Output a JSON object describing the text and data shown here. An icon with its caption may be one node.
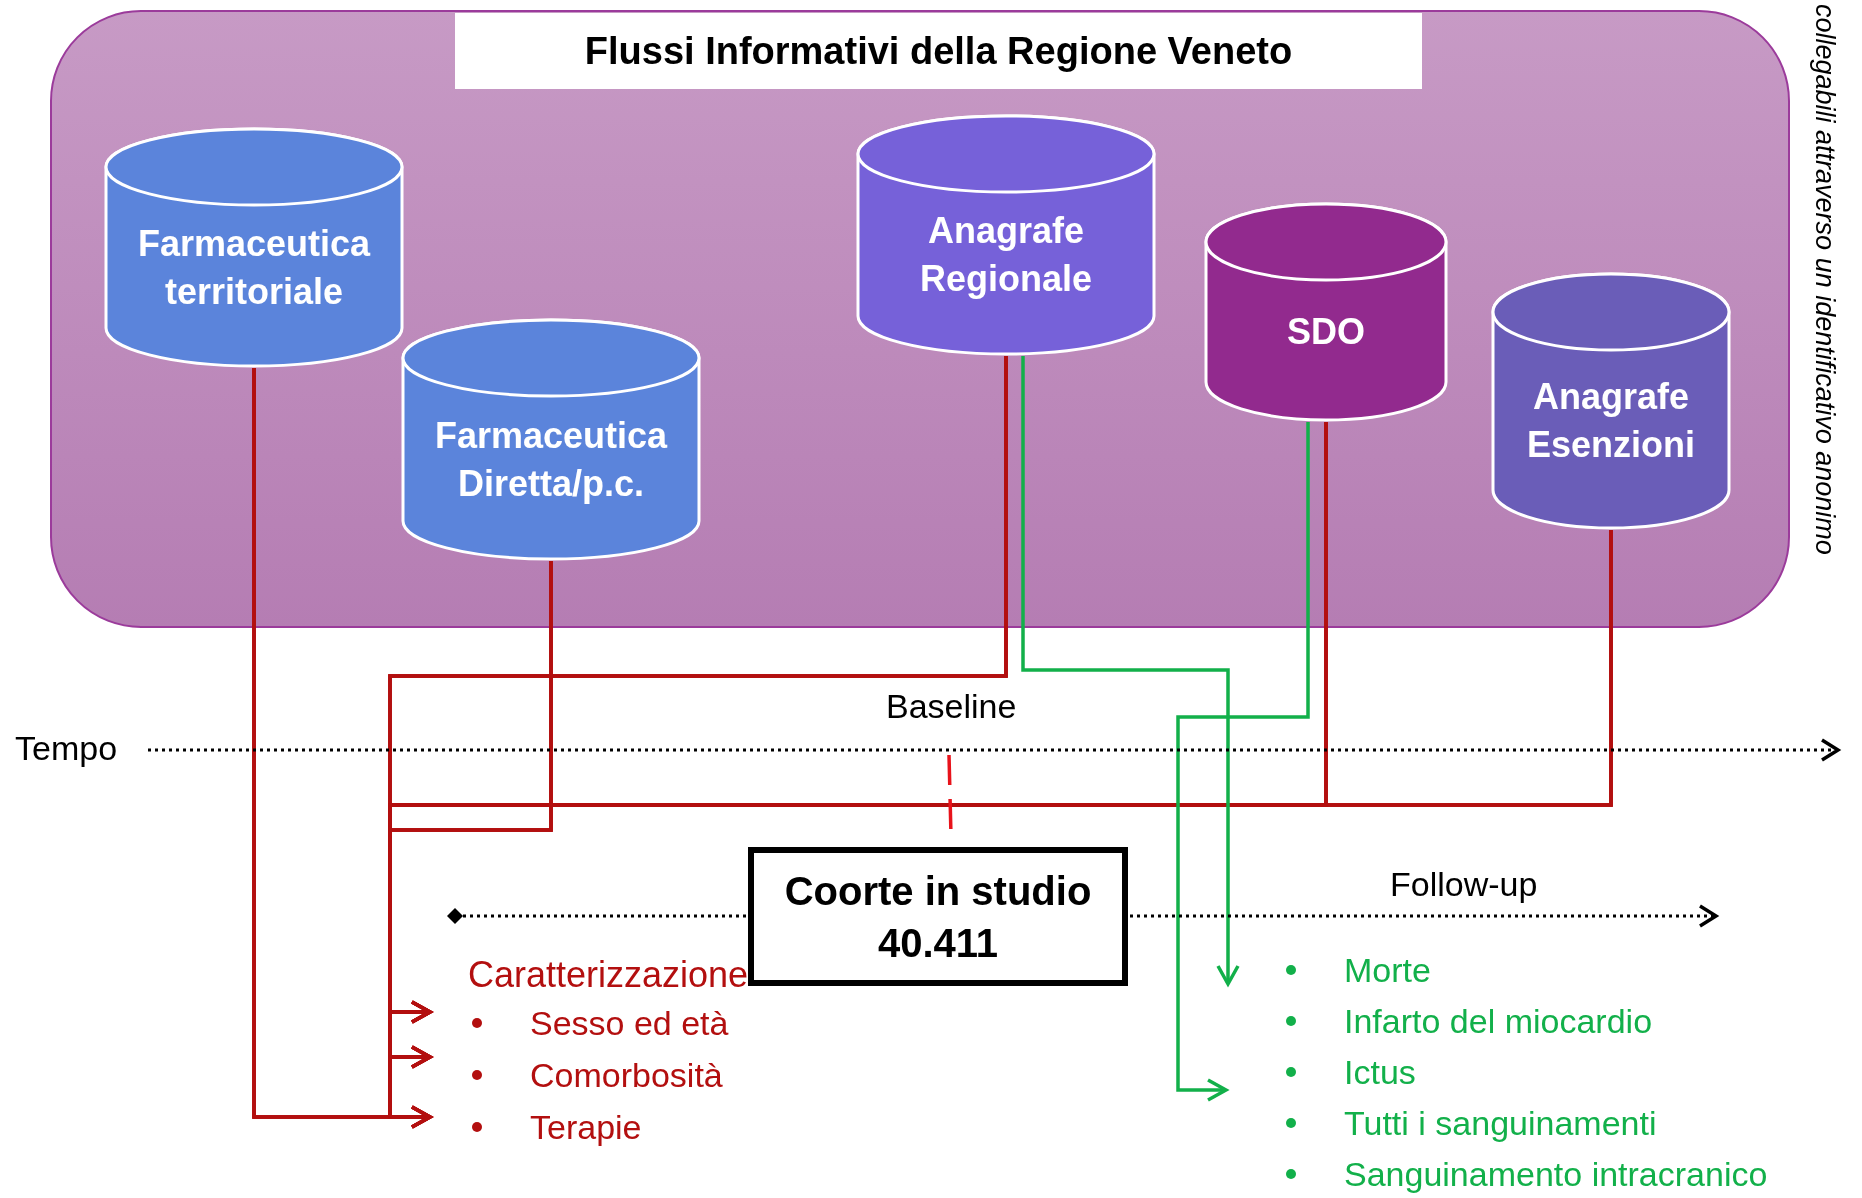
{
  "diagram": {
    "nodes": [
      {
        "text": [
          "Flussi Informativi della Regione Veneto"
        ]
      },
      {
        "text": [
          "Farmaceutica territoriale"
        ],
        "in": 0
      },
      {
        "text": [
          "Farmaceutica Diretta/p.c."
        ],
        "in": 0
      },
      {
        "text": [
          "Anagrafe Regionale"
        ],
        "in": 0
      },
      {
        "text": [
          "SDO"
        ],
        "in": 0
      },
      {
        "text": [
          "Anagrafe Esenzioni"
        ],
        "in": 0
      },
      {
        "text": [
          "Coorte in studio 40.411"
        ]
      },
      {
        "text": [
          "Sesso ed età"
        ]
      },
      {
        "text": [
          "Comorbosità"
        ]
      },
      {
        "text": [
          "Terapie"
        ]
      },
      {
        "text": [
          "Morte"
        ]
      },
      {
        "text": [
          "Infarto del miocardio"
        ]
      },
      {
        "text": [
          "Ictus"
        ]
      },
      {
        "text": [
          "Tutti i sanguinamenti"
        ]
      },
      {
        "text": [
          "Sanguinamento intracranico"
        ]
      }
    ],
    "edges": [
      {
        "from": 1,
        "to": 7,
        "arrow": "to"
      },
      {
        "from": 1,
        "to": 8,
        "arrow": "to"
      },
      {
        "from": 1,
        "to": 9,
        "arrow": "to"
      },
      {
        "from": 2,
        "to": 7,
        "arrow": "to"
      },
      {
        "from": 2,
        "to": 8,
        "arrow": "to"
      },
      {
        "from": 2,
        "to": 9,
        "arrow": "to"
      },
      {
        "from": 3,
        "to": 7,
        "arrow": "to"
      },
      {
        "from": 3,
        "to": 8,
        "arrow": "to"
      },
      {
        "from": 3,
        "to": 9,
        "arrow": "to"
      },
      {
        "from": 4,
        "to": 7,
        "arrow": "to"
      },
      {
        "from": 4,
        "to": 8,
        "arrow": "to"
      },
      {
        "from": 4,
        "to": 9,
        "arrow": "to"
      },
      {
        "from": 5,
        "to": 7,
        "arrow": "to"
      },
      {
        "from": 5,
        "to": 8,
        "arrow": "to"
      },
      {
        "from": 5,
        "to": 9,
        "arrow": "to"
      },
      {
        "from": 3,
        "to": 10,
        "arrow": "to",
        "color": "#12b04a"
      },
      {
        "from": 4,
        "to": 12,
        "arrow": "to",
        "color": "#12b04a"
      }
    ],
    "labels": [
      "collegabili attraverso un identificativo anonimo",
      "Baseline",
      "Tempo",
      "Follow-up",
      "Caratterizzazione"
    ]
  }
}
